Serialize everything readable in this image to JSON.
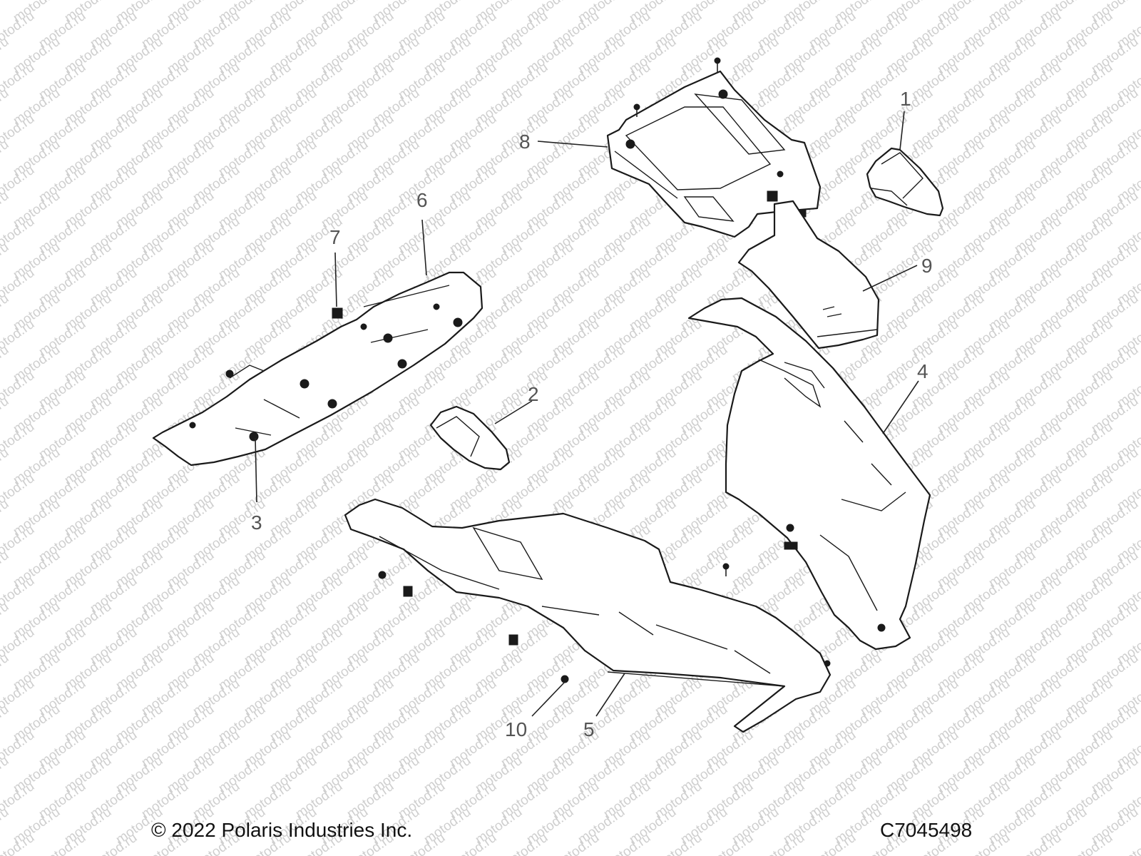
{
  "watermark": "motod.ru",
  "callouts": {
    "c1": "1",
    "c2": "2",
    "c3": "3",
    "c4": "4",
    "c5": "5",
    "c6": "6",
    "c7": "7",
    "c8": "8",
    "c9": "9",
    "c10": "10"
  },
  "footer": {
    "copyright": "© 2022 Polaris Industries Inc.",
    "code": "C7045498"
  }
}
